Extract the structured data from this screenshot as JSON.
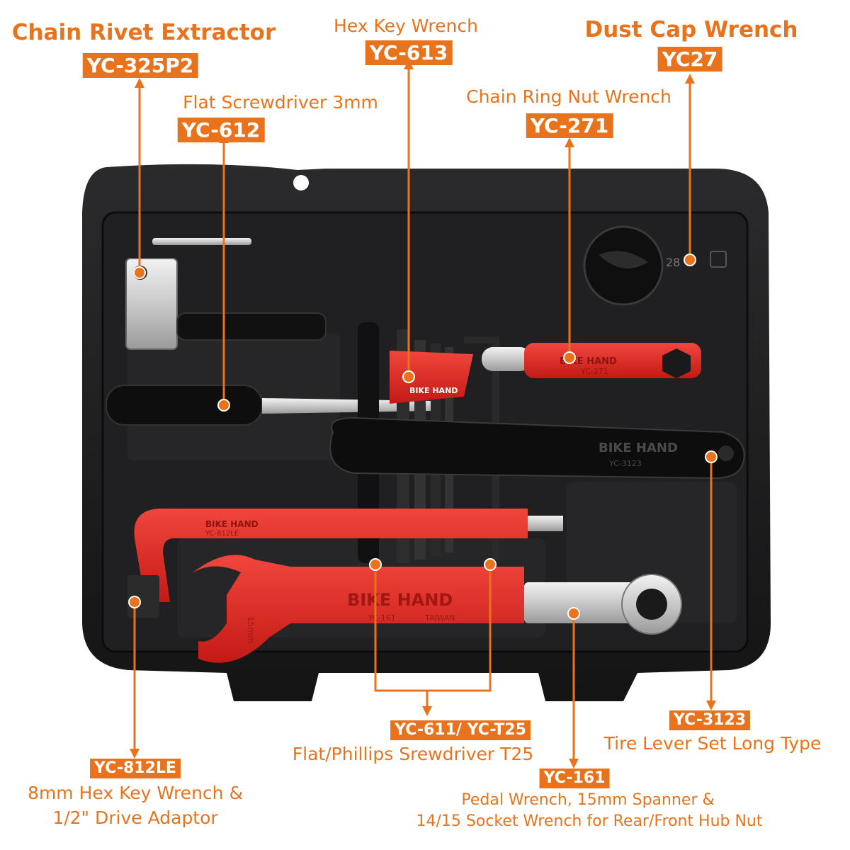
{
  "brand": {
    "name": "BIKE HAND",
    "origin": "TAIWAN"
  },
  "case": {
    "slot_number": "28"
  },
  "tools": [
    {
      "name": "Chain Rivet Extractor",
      "code": "YC-325P2"
    },
    {
      "name": "Flat Screwdriver 3mm",
      "code": "YC-612"
    },
    {
      "name": "Hex Key Wrench",
      "code": "YC-613"
    },
    {
      "name": "Chain Ring Nut Wrench",
      "code": "YC-271"
    },
    {
      "name": "Dust Cap Wrench",
      "code": "YC27"
    },
    {
      "name": "Tire Lever Set Long Type",
      "code": "YC-3123"
    },
    {
      "name": "Flat/Phillips Srewdriver T25",
      "code": "YC-611/ YC-T25"
    },
    {
      "name_lines": [
        "8mm Hex Key Wrench &",
        "1/2\" Drive Adaptor"
      ],
      "code": "YC-812LE"
    },
    {
      "name_lines": [
        "Pedal Wrench, 15mm Spanner &",
        "14/15 Socket Wrench for Rear/Front Hub Nut"
      ],
      "code": "YC-161"
    }
  ],
  "engraving": {
    "chain_ring": "YC-271",
    "tire_lever": "YC-3123",
    "hex_8mm": "YC-812LE",
    "pedal": "YC-161",
    "spanner_size": "15mm"
  },
  "colors": {
    "accent": "#e8731c",
    "case": "#1c1c1e",
    "tool_red": "#e0251f"
  }
}
